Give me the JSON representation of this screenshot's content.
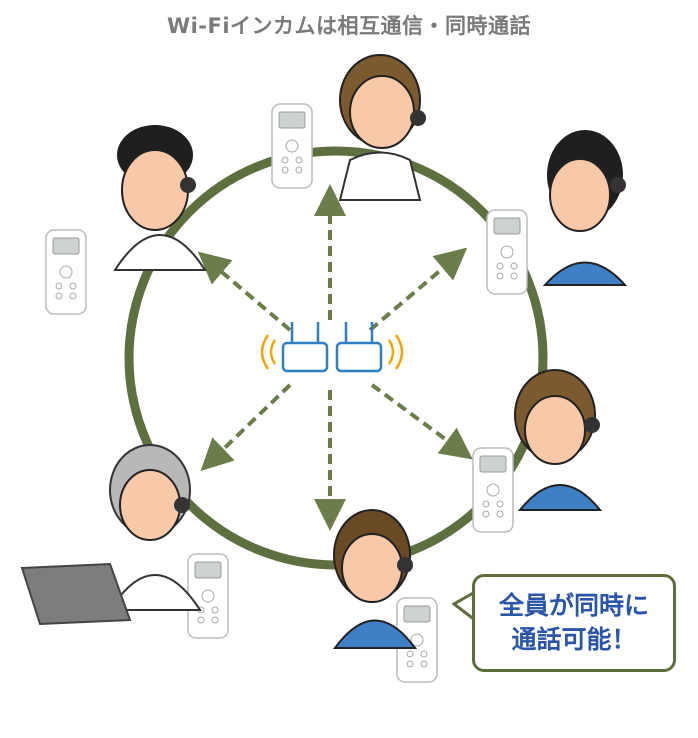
{
  "title": "Wi-Fiインカムは相互通信・同時通話",
  "callout": {
    "line1": "全員が同時に",
    "line2": "通話可能！"
  },
  "colors": {
    "ring": "#5f7040",
    "arrow": "#6b7d4a",
    "callout_text": "#2a55a8",
    "title": "#7a7a7a",
    "router": "#2f7fc1",
    "signal": "#f0a500"
  },
  "participants": [
    {
      "role": "nurse-top",
      "uniform": "#ffffff"
    },
    {
      "role": "staff-top-right",
      "uniform": "#3f7fc6"
    },
    {
      "role": "staff-right",
      "uniform": "#3f7fc6"
    },
    {
      "role": "staff-bottom",
      "uniform": "#3f7fc6"
    },
    {
      "role": "doctor-bottom-left-laptop",
      "uniform": "#ffffff"
    },
    {
      "role": "doctor-top-left",
      "uniform": "#ffffff"
    }
  ]
}
